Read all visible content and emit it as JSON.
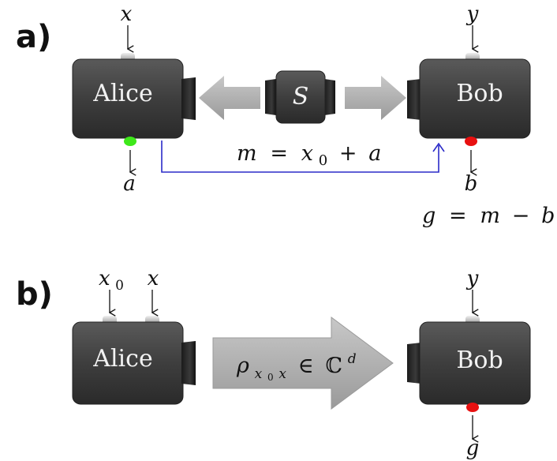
{
  "panels": {
    "a": {
      "label": "a)",
      "alice_label": "Alice",
      "bob_label": "Bob",
      "source_label": "S",
      "alice_input": "x",
      "alice_output": "a",
      "bob_input": "y",
      "bob_output": "b",
      "message_lhs": "m",
      "message_eq": "=",
      "message_x": "x",
      "message_x_sub": "0",
      "message_plus": "+",
      "message_a": "a",
      "guess_lhs": "g",
      "guess_eq": "=",
      "guess_m": "m",
      "guess_minus": "−",
      "guess_b": "b",
      "colors": {
        "alice_led": "#3ee81a",
        "bob_led": "#e81010",
        "message_line": "#2b2bc8"
      }
    },
    "b": {
      "label": "b)",
      "alice_label": "Alice",
      "bob_label": "Bob",
      "alice_input_1": "x",
      "alice_input_1_sub": "0",
      "alice_input_2": "x",
      "bob_input": "y",
      "bob_output": "g",
      "state_rho": "ρ",
      "state_sub_x": "x",
      "state_sub_0": "0",
      "state_sub_x2": "x",
      "state_in": "∈",
      "state_space": "ℂ",
      "state_dim": "d",
      "colors": {
        "bob_led": "#e81010"
      }
    }
  }
}
